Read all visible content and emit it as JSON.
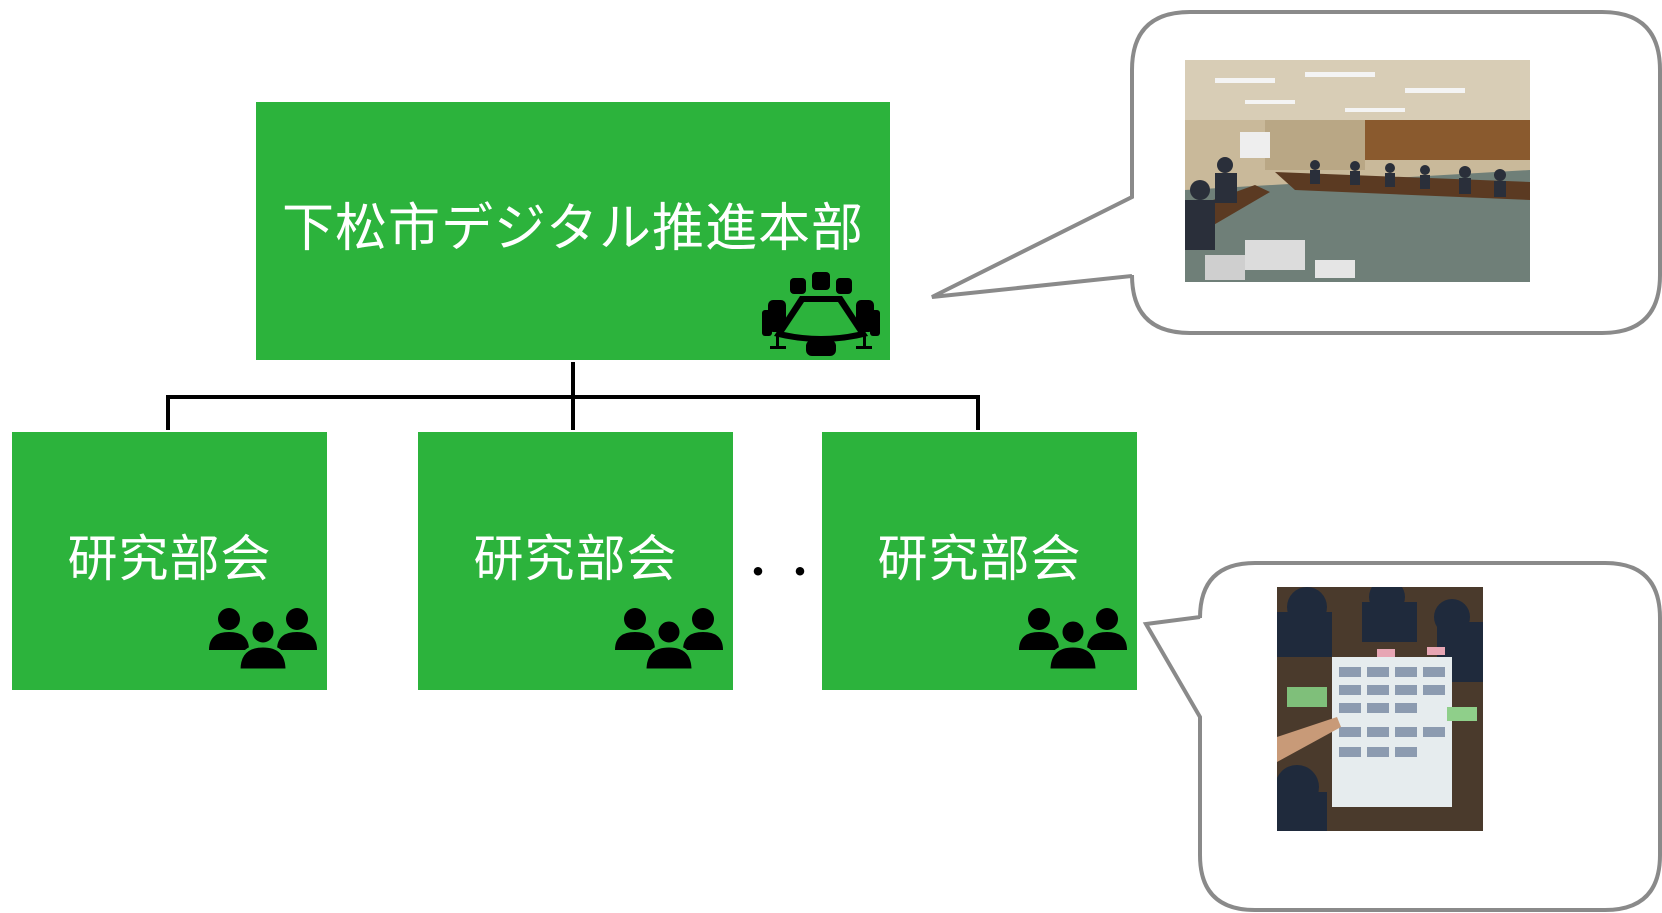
{
  "headquarters": {
    "label": "下松市デジタル推進本部",
    "icon": "conference-table-icon"
  },
  "subcommittees": [
    {
      "label": "研究部会",
      "icon": "group-icon"
    },
    {
      "label": "研究部会",
      "icon": "group-icon"
    },
    {
      "label": "研究部会",
      "icon": "group-icon"
    }
  ],
  "ellipsis": "・・・",
  "colors": {
    "box_fill": "#2cb33c",
    "box_text": "#ffffff",
    "connector": "#000000",
    "callout_border": "#8a8a8a"
  }
}
